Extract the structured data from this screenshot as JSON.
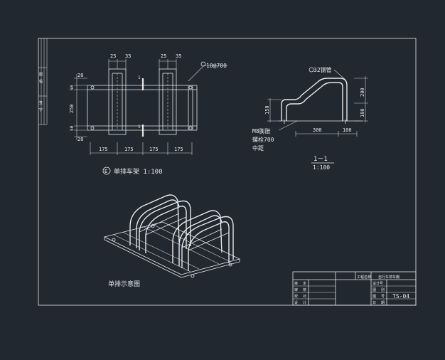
{
  "plan_view": {
    "dims_top": [
      "25",
      "35",
      "25",
      "35"
    ],
    "dims_left": [
      "20",
      "50",
      "250",
      "50",
      "20"
    ],
    "dims_bottom": [
      "175",
      "175",
      "175",
      "175"
    ],
    "section_marker_1": "1",
    "section_marker_2": "1",
    "rebar_callout": "10@700",
    "caption_marker": "E",
    "caption": "单排车架 1:100"
  },
  "section_view": {
    "pipe_callout": "32钢管",
    "dims_right": [
      "200",
      "100"
    ],
    "dim_left": "150",
    "dims_bottom": [
      "300",
      "100"
    ],
    "bolt_note": [
      "M8膨胀",
      "螺栓700",
      "中距"
    ],
    "title": "1－1",
    "scale": "1:100"
  },
  "iso_view": {
    "caption": "单排示意图"
  },
  "title_block": {
    "header_left": "工程名称",
    "header_right": "自行车停车棚",
    "rows_left": [
      [
        "审",
        "定"
      ],
      [
        "审",
        "核"
      ],
      [
        "校",
        "对"
      ],
      [
        "设",
        "计"
      ]
    ],
    "rows_right": [
      [
        "设计号",
        ""
      ],
      [
        "图",
        "别"
      ],
      [
        "图",
        "号"
      ],
      [
        "日",
        "期"
      ]
    ],
    "drawing_number": "TS-04"
  },
  "side_strip": {
    "labels": [
      "图",
      "幅",
      "签",
      "字"
    ]
  }
}
